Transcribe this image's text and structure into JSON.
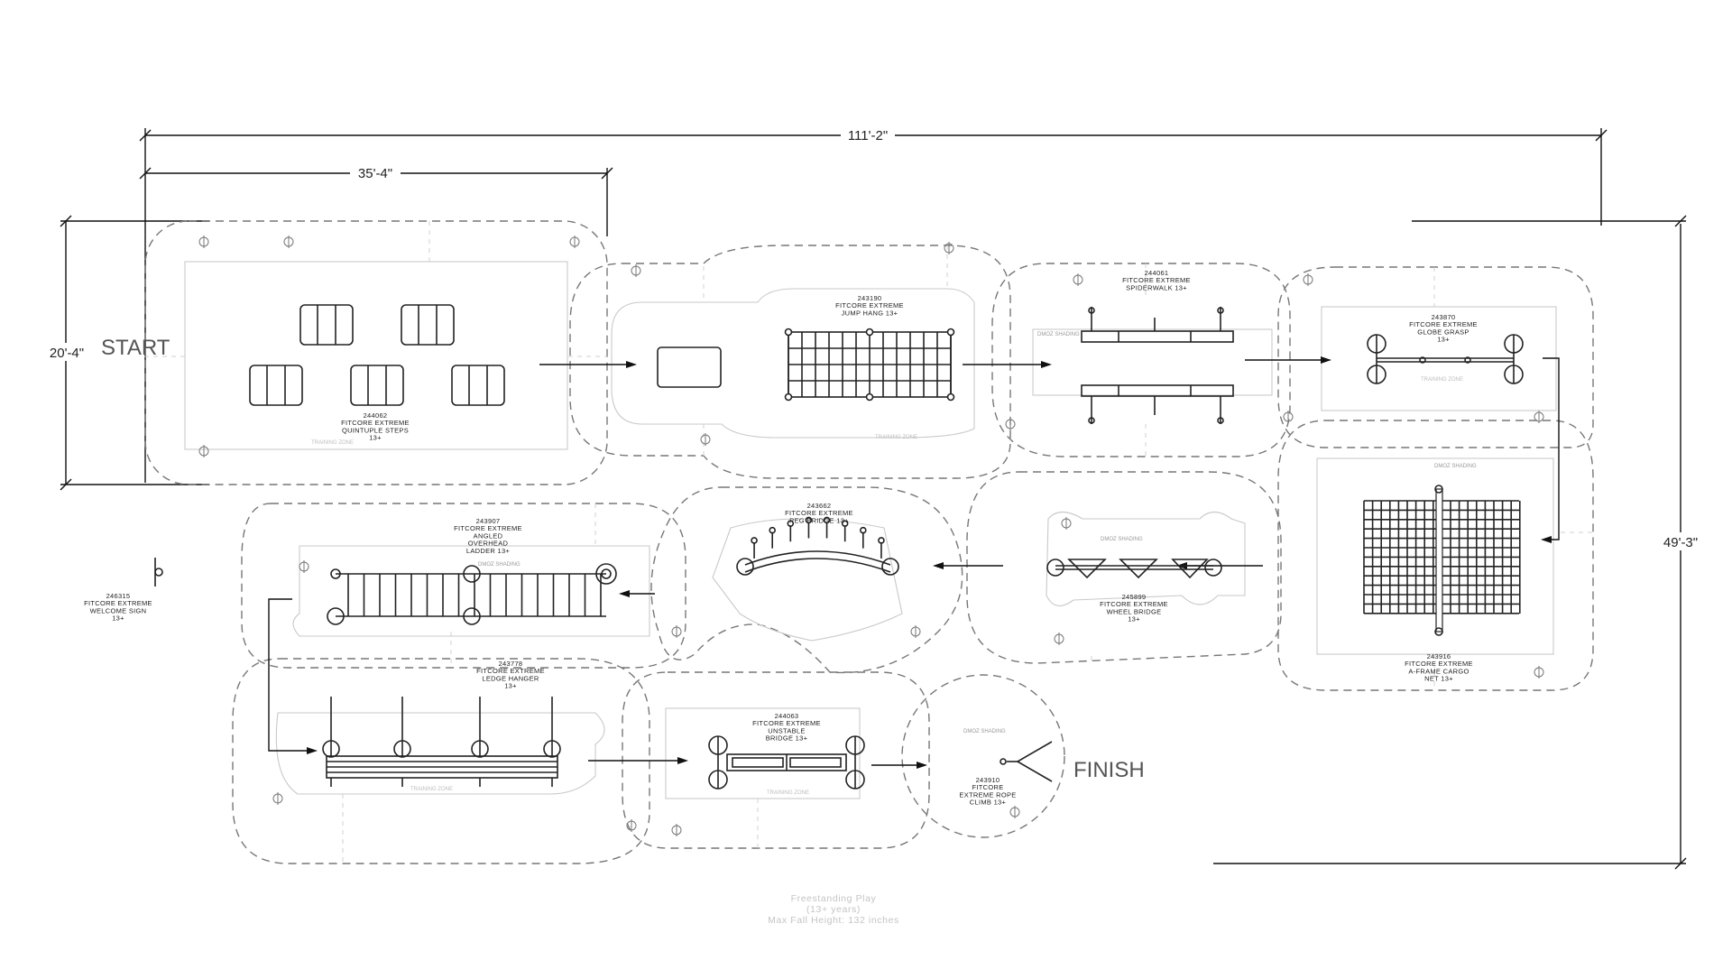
{
  "dimensions": {
    "overall_width": "111'-2\"",
    "start_width": "35'-4\"",
    "start_height": "20'-4\"",
    "overall_height": "49'-3\""
  },
  "labels": {
    "start": "START",
    "finish": "FINISH"
  },
  "notes": [
    "Freestanding Play",
    "(13+ years)",
    "Max Fall Height: 132 inches"
  ],
  "zone_text": {
    "training_zone": "TRAINING ZONE",
    "dynamic_shading": "DMOZ SHADING"
  },
  "equipment": [
    {
      "id": "quintuple",
      "lines": [
        "244062",
        "FITCORE EXTREME",
        "QUINTUPLE STEPS",
        "13+"
      ]
    },
    {
      "id": "jump-hang",
      "lines": [
        "243190",
        "FITCORE EXTREME",
        "JUMP HANG 13+"
      ]
    },
    {
      "id": "spiderwalk",
      "lines": [
        "244061",
        "FITCORE EXTREME",
        "SPIDERWALK 13+"
      ]
    },
    {
      "id": "globe-grasp",
      "lines": [
        "243870",
        "FITCORE EXTREME",
        "GLOBE GRASP",
        "13+"
      ]
    },
    {
      "id": "overhead-ladder",
      "lines": [
        "243907",
        "FITCORE EXTREME",
        "ANGLED",
        "OVERHEAD",
        "LADDER 13+"
      ]
    },
    {
      "id": "peg-bridge",
      "lines": [
        "243662",
        "FITCORE EXTREME",
        "PEG BRIDGE 13+"
      ]
    },
    {
      "id": "wheel-bridge",
      "lines": [
        "245899",
        "FITCORE EXTREME",
        "WHEEL BRIDGE",
        "13+"
      ]
    },
    {
      "id": "cargo-net",
      "lines": [
        "243916",
        "FITCORE EXTREME",
        "A-FRAME CARGO",
        "NET 13+"
      ]
    },
    {
      "id": "welcome-sign",
      "lines": [
        "246315",
        "FITCORE EXTREME",
        "WELCOME SIGN",
        "13+"
      ]
    },
    {
      "id": "ledge-hanger",
      "lines": [
        "243778",
        "FITCORE EXTREME",
        "LEDGE HANGER",
        "13+"
      ]
    },
    {
      "id": "unstable-bridge",
      "lines": [
        "244063",
        "FITCORE EXTREME",
        "UNSTABLE",
        "BRIDGE 13+"
      ]
    },
    {
      "id": "rope-climb",
      "lines": [
        "243910",
        "FITCORE",
        "EXTREME ROPE",
        "CLIMB 13+"
      ]
    }
  ]
}
